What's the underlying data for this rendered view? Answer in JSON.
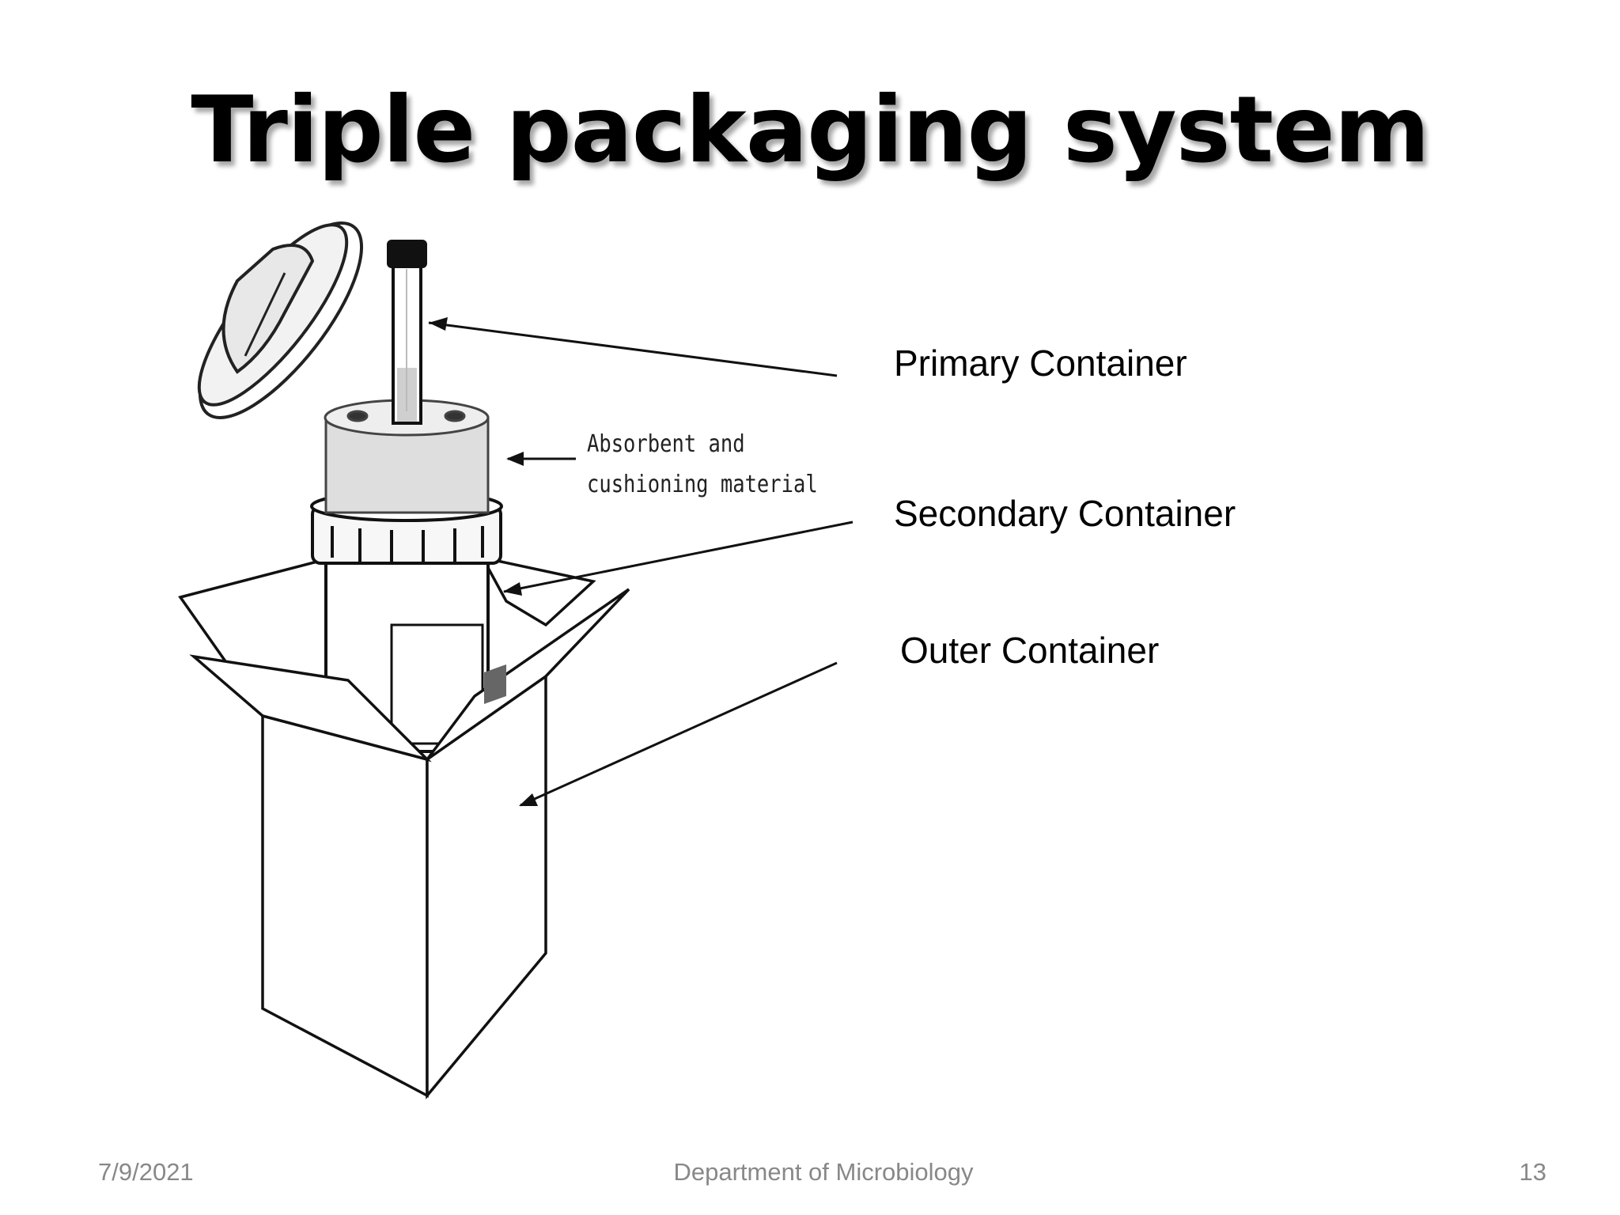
{
  "slide": {
    "title": "Triple packaging system"
  },
  "labels": {
    "primary": "Primary Container",
    "absorbent_line1": "Absorbent and",
    "absorbent_line2": "cushioning material",
    "secondary": "Secondary Container",
    "outer": "Outer Container"
  },
  "footer": {
    "date": "7/9/2021",
    "department": "Department of Microbiology",
    "page_number": "13"
  }
}
